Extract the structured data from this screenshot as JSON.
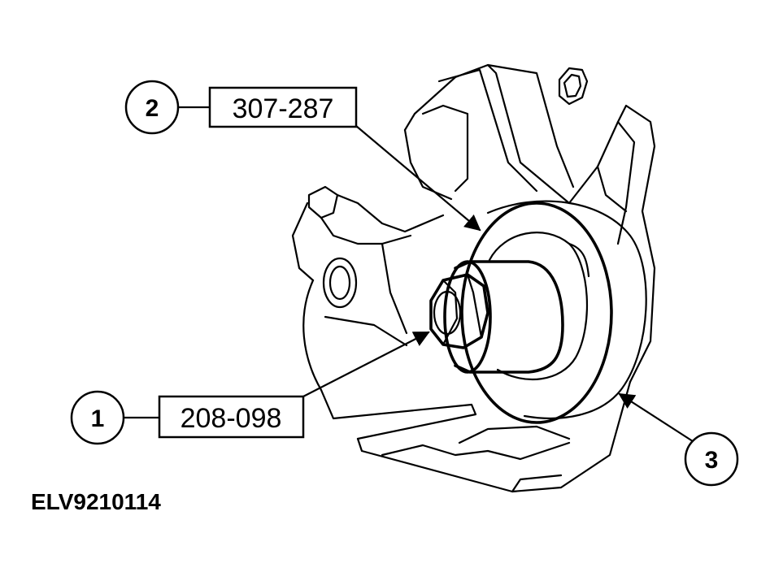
{
  "callouts": [
    {
      "id": "1",
      "number": "1",
      "tool": "208-098"
    },
    {
      "id": "2",
      "number": "2",
      "tool": "307-287"
    },
    {
      "id": "3",
      "number": "3"
    }
  ],
  "figure_id": "ELV9210114"
}
